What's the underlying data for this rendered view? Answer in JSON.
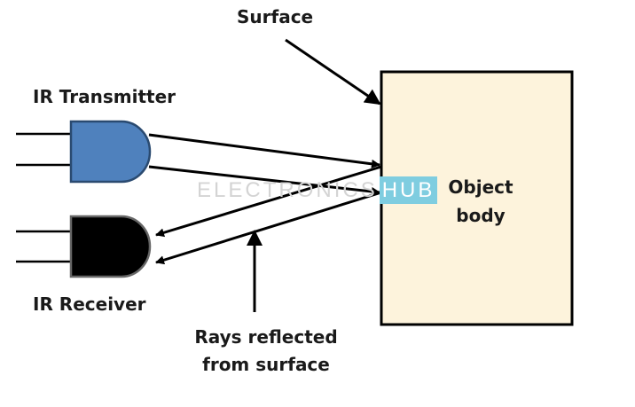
{
  "labels": {
    "surface": "Surface",
    "ir_transmitter": "IR Transmitter",
    "ir_receiver": "IR Receiver",
    "object_line1": "Object",
    "object_line2": "body",
    "rays_line1": "Rays reflected",
    "rays_line2": "from surface"
  },
  "watermark": {
    "text": "ELECTRONICS",
    "hub": "HUB"
  },
  "colors": {
    "transmitter": "#4f81bd",
    "receiver": "#000000",
    "object_body": "#fdf3dc",
    "line": "#000000"
  }
}
